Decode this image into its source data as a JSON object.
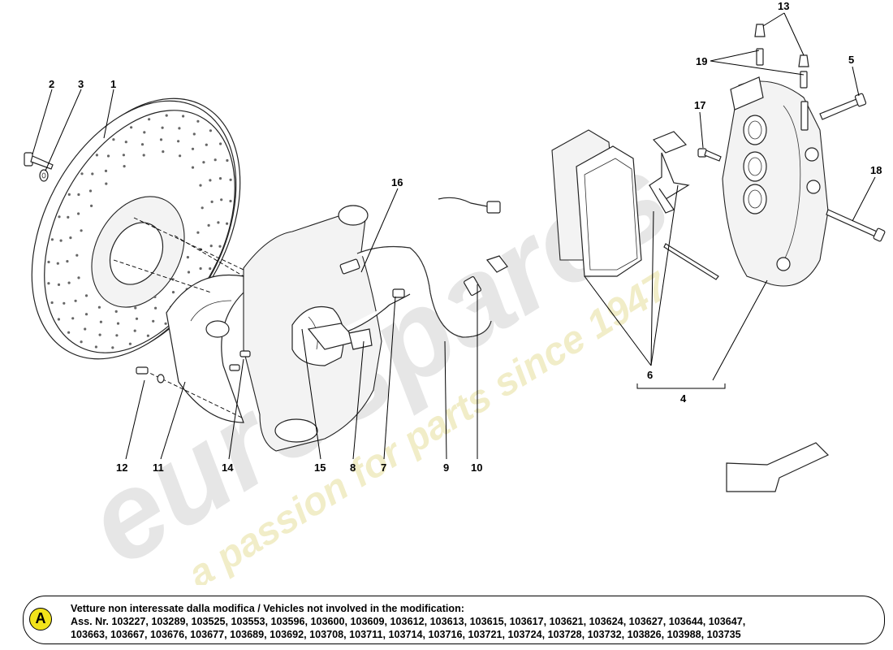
{
  "diagram": {
    "callouts": [
      "1",
      "2",
      "3",
      "4",
      "5",
      "6",
      "7",
      "8",
      "9",
      "10",
      "11",
      "12",
      "13",
      "14",
      "15",
      "16",
      "17",
      "18",
      "19"
    ]
  },
  "watermark": {
    "brand": "eurospares",
    "slogan": "a passion for parts since 1947"
  },
  "note": {
    "badge": "A",
    "heading": "Vetture non interessate dalla modifica / Vehicles not involved in the modification:",
    "line1": "Ass. Nr. 103227, 103289, 103525, 103553, 103596, 103600, 103609, 103612, 103613, 103615, 103617, 103621, 103624, 103627, 103644, 103647,",
    "line2": "103663, 103667, 103676, 103677, 103689, 103692, 103708, 103711, 103714, 103716, 103721, 103724, 103728, 103732, 103826, 103988, 103735"
  },
  "colors": {
    "badge": "#f2e31a",
    "watermark": "#e4e4e4",
    "watermark_slogan": "#f3efc0"
  }
}
